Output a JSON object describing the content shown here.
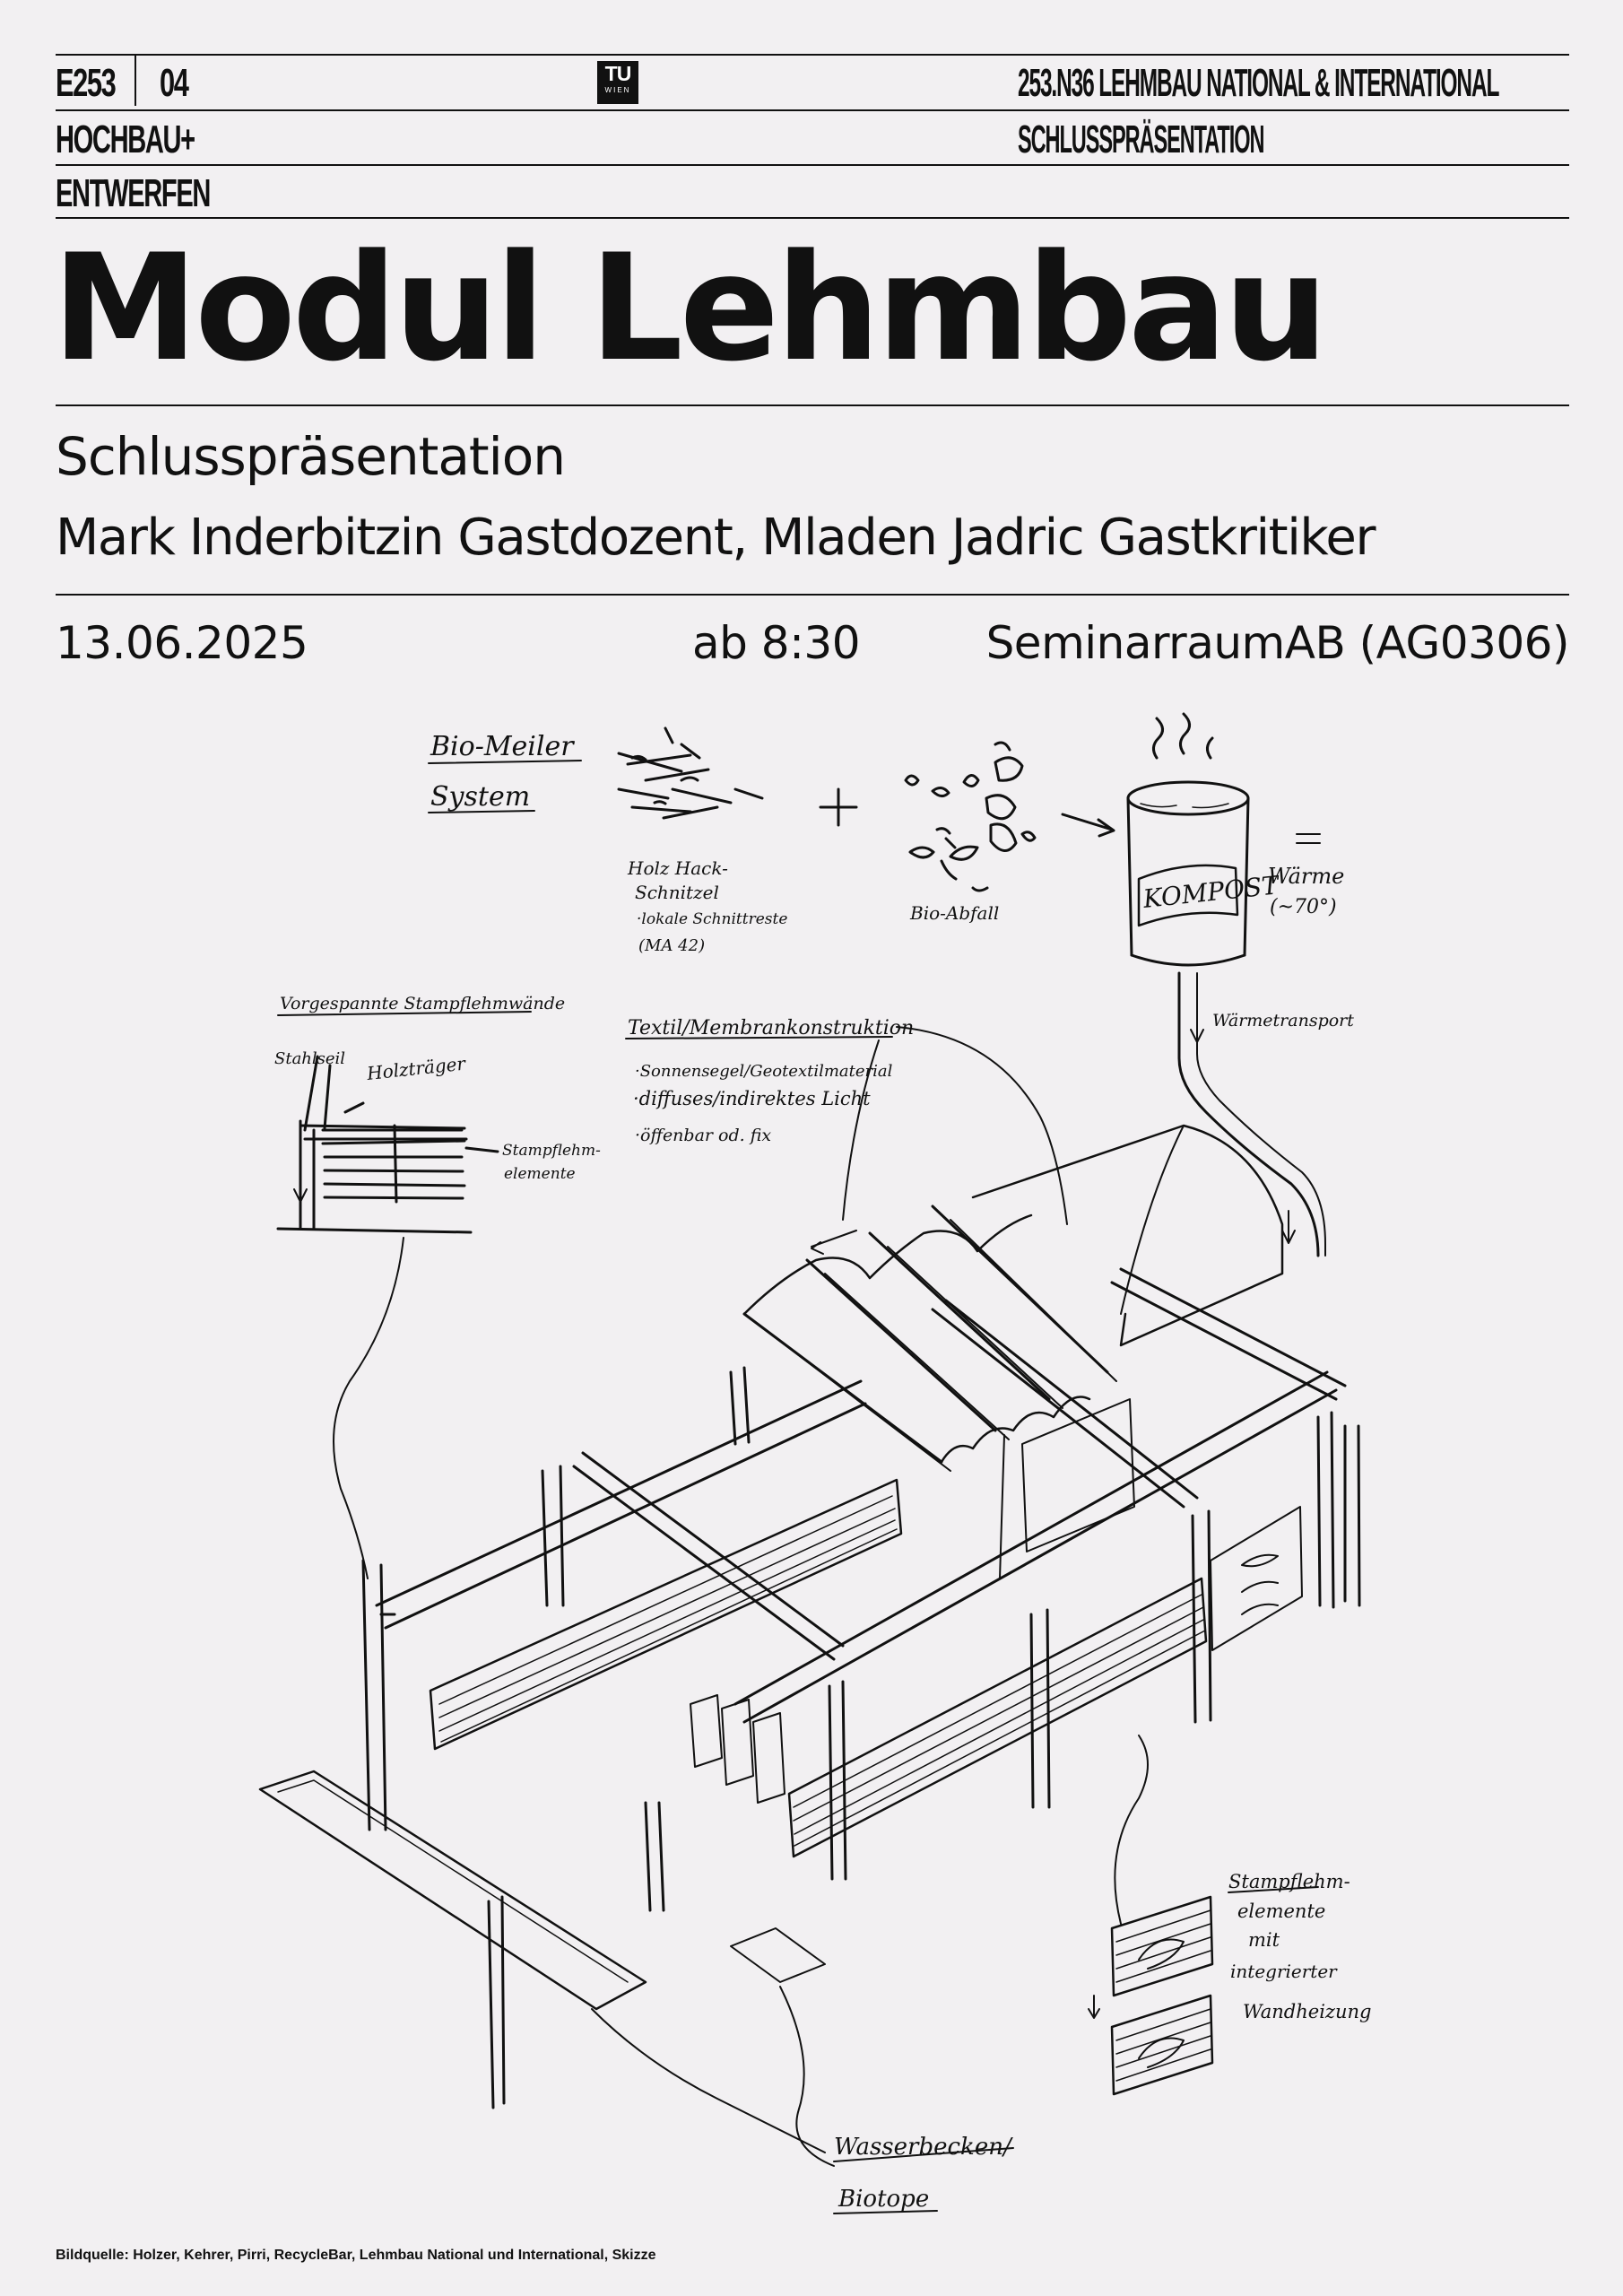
{
  "header": {
    "course_code": "E253",
    "course_num": "04",
    "institute_line1": "HOCHBAU+",
    "institute_line2": "ENTWERFEN",
    "course_title": "253.N36 LEHMBAU NATIONAL & INTERNATIONAL",
    "course_subtitle": "SCHLUSSPRÄSENTATION",
    "logo_text": "TU",
    "logo_subtext": "WIEN"
  },
  "title": "Modul Lehmbau",
  "subtitle": "Schlusspräsentation",
  "people": "Mark Inderbitzin Gastdozent, Mladen Jadric Gastkritiker",
  "event": {
    "date": "13.06.2025",
    "time": "ab 8:30",
    "room": "SeminarraumAB (AG0306)"
  },
  "sketch_labels": {
    "bio_meiler_1": "Bio-Meiler",
    "bio_meiler_2": "System",
    "holz_1": "Holz Hack-",
    "holz_2": "Schnitzel",
    "holz_3": "·lokale Schnittreste",
    "holz_4": "(MA 42)",
    "bioabfall": "Bio-Abfall",
    "kompost": "KOMPOST",
    "waerme_1": "Wärme",
    "waerme_2": "(~70°)",
    "waermetransport": "Wärmetransport",
    "vorgespannt": "Vorgespannte Stampflehmwände",
    "stahlseil": "Stahlseil",
    "holztraeger": "Holzträger",
    "stampflehm_1": "Stampflehm-",
    "stampflehm_2": "elemente",
    "textil_title": "Textil/Membrankonstruktion",
    "textil_1": "·Sonnensegel/Geotextilmaterial",
    "textil_2": "·diffuses/indirektes Licht",
    "textil_3": "·öffenbar od. fix",
    "elemente_1": "Stampflehm-",
    "elemente_2": "elemente",
    "elemente_3": "mit",
    "elemente_4": "integrierter",
    "elemente_5": "Wandheizung",
    "wasser_1": "Wasserbecken/",
    "wasser_2": "Biotope"
  },
  "credit": "Bildquelle: Holzer, Kehrer, Pirri, RecycleBar, Lehmbau National und International, Skizze"
}
